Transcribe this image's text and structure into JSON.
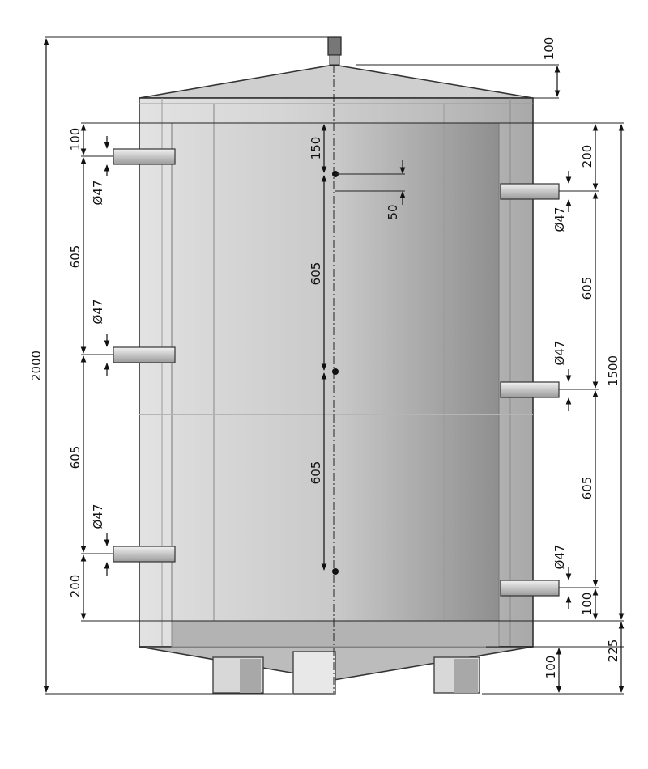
{
  "drawing": {
    "dims": {
      "overall_height": "2000",
      "top_cap": "100",
      "left_top_offset": "100",
      "left_spacing_1": "605",
      "left_spacing_2": "605",
      "left_bottom_offset": "200",
      "left_dia_1": "Ø47",
      "left_dia_2": "Ø47",
      "left_dia_3": "Ø47",
      "center_top": "150",
      "center_spacing_1": "605",
      "center_spacing_2": "605",
      "center_small": "50",
      "right_top_offset": "200",
      "right_spacing_1": "605",
      "right_spacing_2": "605",
      "right_bottom_offset": "100",
      "right_dia_1": "Ø47",
      "right_dia_2": "Ø47",
      "right_dia_3": "Ø47",
      "insulation_height": "1500",
      "legs_height": "100",
      "bottom_offset": "225"
    }
  }
}
